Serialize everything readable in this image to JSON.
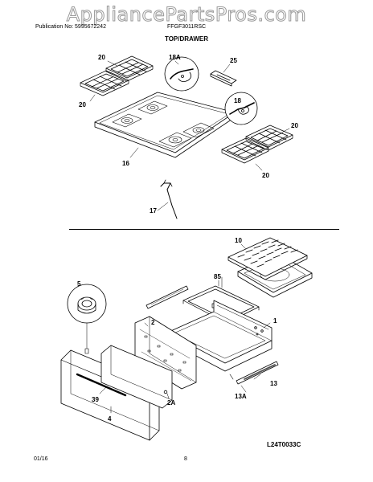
{
  "watermark": "AppliancePartsPros.com",
  "header": {
    "publication": "Publication No: 5995672242",
    "model": "FFGF3011RSC",
    "section": "TOP/DRAWER"
  },
  "diagram_code": "L24T0033C",
  "footer": {
    "date": "01/16",
    "page": "8"
  },
  "callouts": {
    "p20a": "20",
    "p20b": "20",
    "p20c": "20",
    "p20d": "20",
    "p18a": "18A",
    "p25": "25",
    "p18": "18",
    "p16": "16",
    "p17": "17",
    "p10": "10",
    "p85": "85",
    "p5": "5",
    "p2": "2",
    "p1": "1",
    "p39": "39",
    "p4": "4",
    "p2a": "2A",
    "p13": "13",
    "p13a": "13A"
  }
}
